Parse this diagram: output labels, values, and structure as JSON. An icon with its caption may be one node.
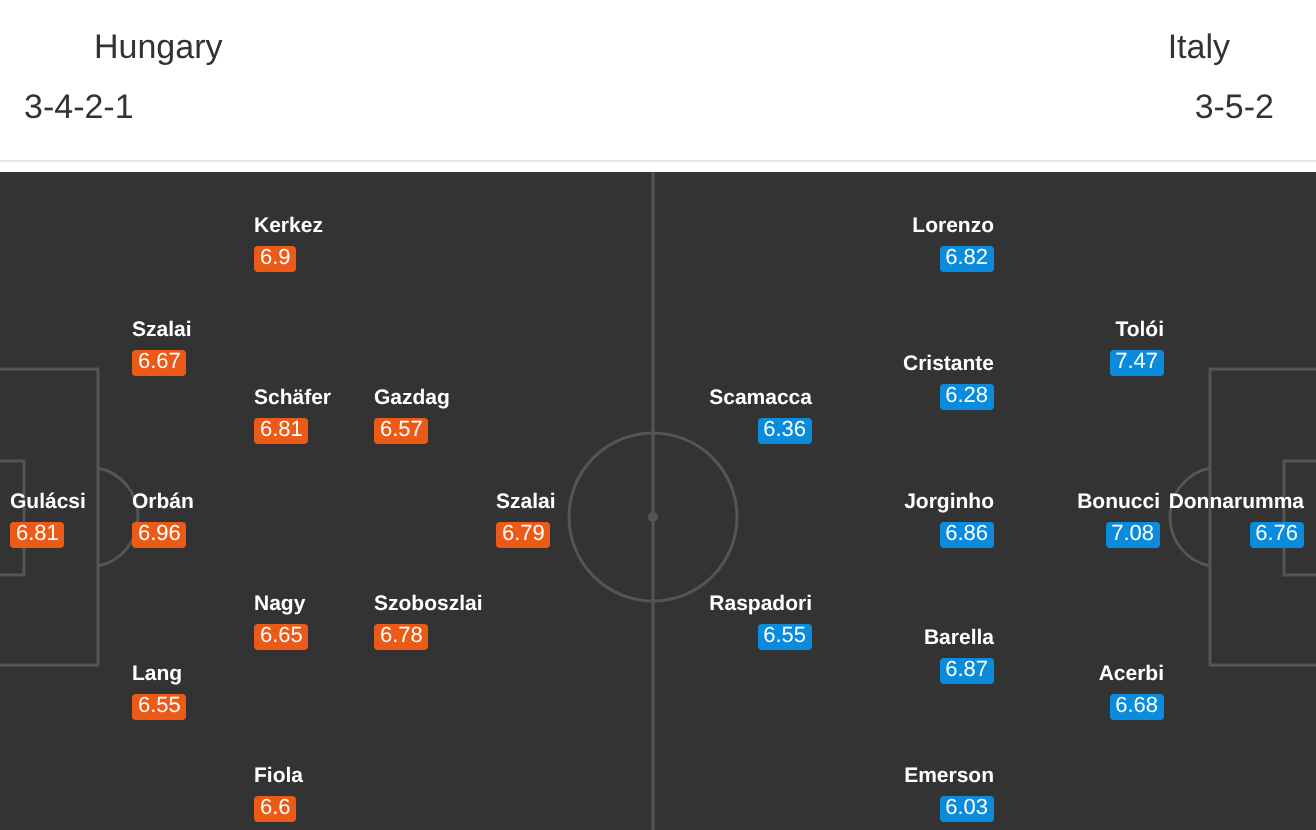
{
  "diagram": {
    "nodes": [
      {
        "text": [
          "Kerkez",
          "6.9"
        ]
      },
      {
        "text": [
          "Szalai",
          "6.67"
        ]
      },
      {
        "text": [
          "Schäfer",
          "6.81"
        ]
      },
      {
        "text": [
          "Gazdag",
          "6.57"
        ]
      },
      {
        "text": [
          "Gulácsi",
          "6.81"
        ]
      },
      {
        "text": [
          "Orbán",
          "6.96"
        ]
      },
      {
        "text": [
          "Szalai",
          "6.79"
        ]
      },
      {
        "text": [
          "Nagy",
          "6.65"
        ]
      },
      {
        "text": [
          "Szoboszlai",
          "6.78"
        ]
      },
      {
        "text": [
          "Lang",
          "6.55"
        ]
      },
      {
        "text": [
          "Fiola",
          "6.6"
        ]
      },
      {
        "text": [
          "Lorenzo",
          "6.82"
        ]
      },
      {
        "text": [
          "Tolói",
          "7.47"
        ]
      },
      {
        "text": [
          "Cristante",
          "6.28"
        ]
      },
      {
        "text": [
          "Scamacca",
          "6.36"
        ]
      },
      {
        "text": [
          "Jorginho",
          "6.86"
        ]
      },
      {
        "text": [
          "Bonucci",
          "7.08"
        ]
      },
      {
        "text": [
          "Donnarumma",
          "6.76"
        ]
      },
      {
        "text": [
          "Raspadori",
          "6.55"
        ]
      },
      {
        "text": [
          "Barella",
          "6.87"
        ]
      },
      {
        "text": [
          "Acerbi",
          "6.68"
        ]
      },
      {
        "text": [
          "Emerson",
          "6.03"
        ]
      }
    ],
    "labels": [
      "Hungary",
      "3-4-2-1",
      "Italy",
      "3-5-2"
    ]
  }
}
